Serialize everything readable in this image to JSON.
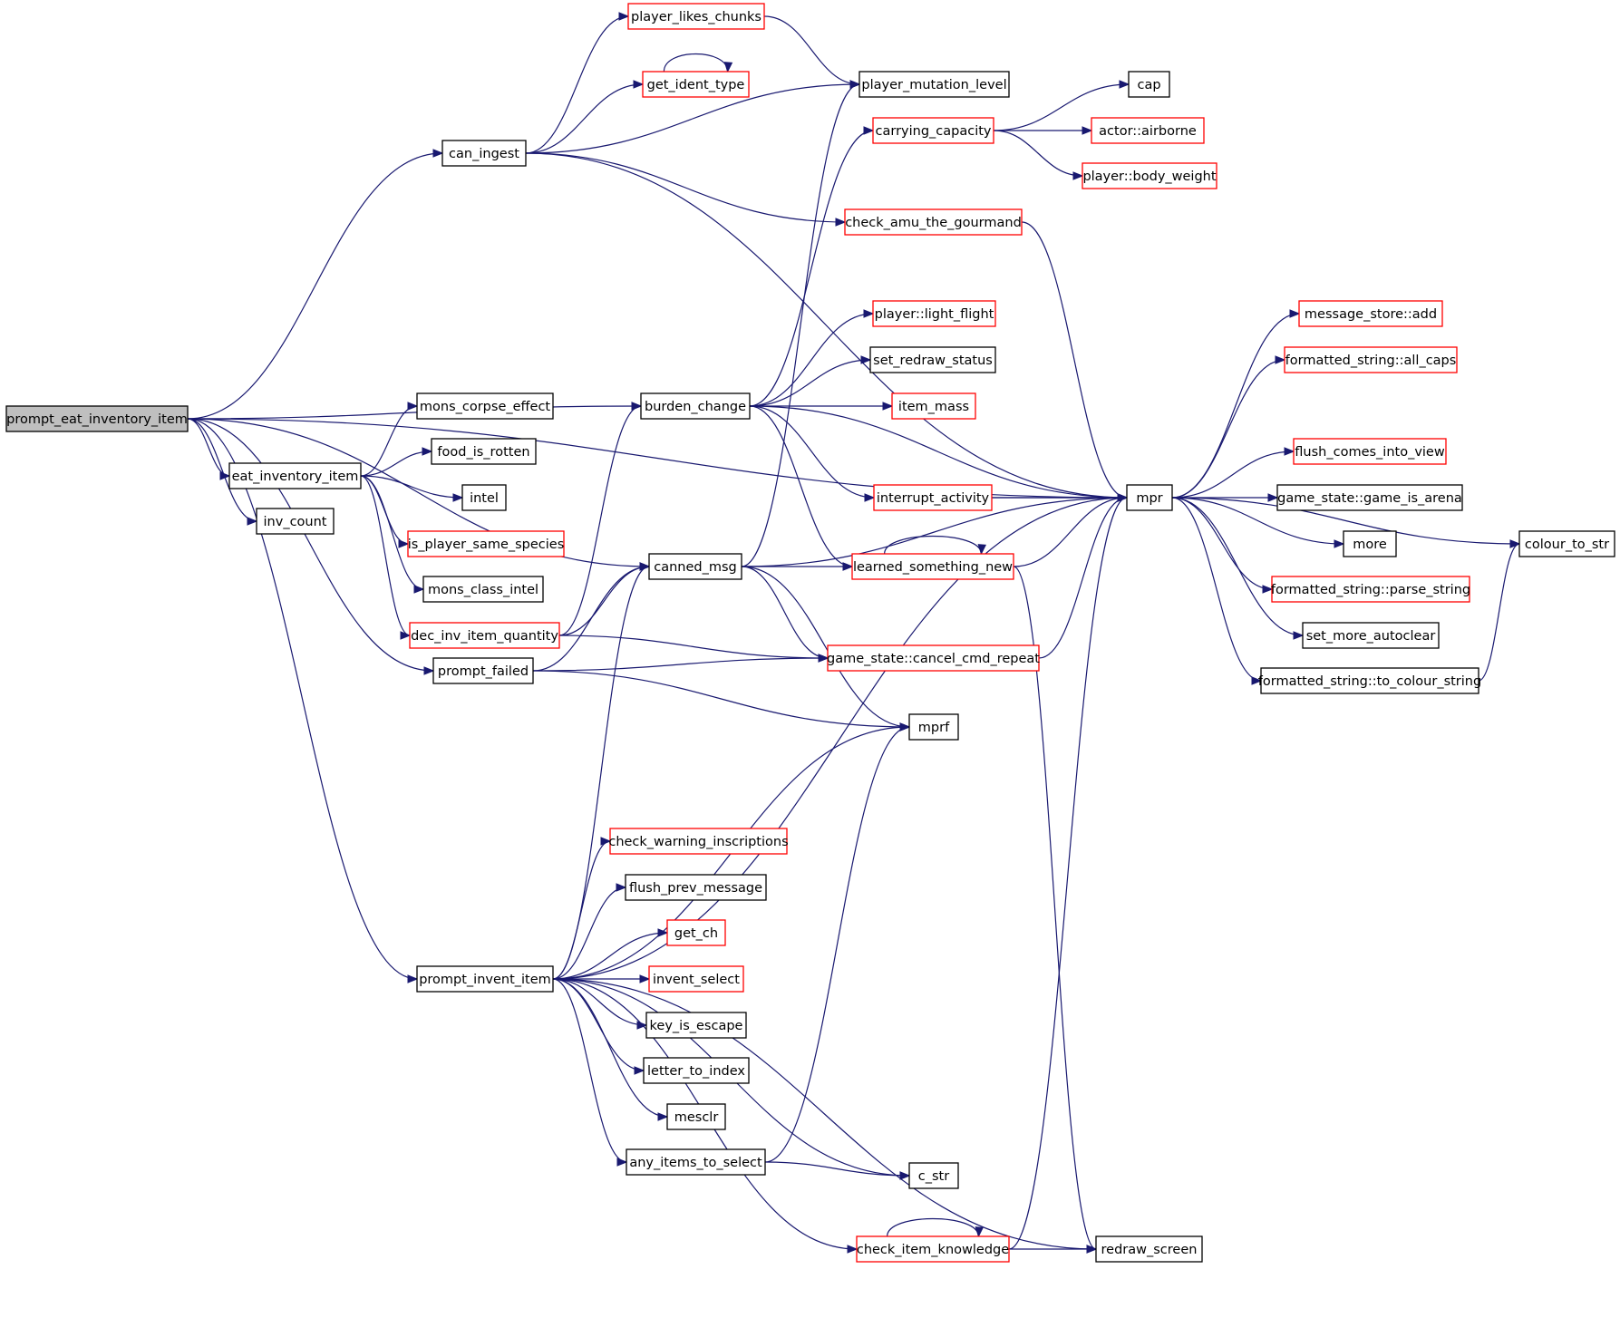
{
  "graph": {
    "root": "prompt_eat_inventory_item",
    "colors": {
      "edge": "#191970",
      "border_plain": "#000000",
      "border_truncated": "#ff0000",
      "root_fill": "#bfbfbf",
      "node_fill": "#ffffff"
    },
    "nodes": [
      {
        "id": "prompt_eat_inventory_item",
        "label": "prompt_eat_inventory_item",
        "truncated": false,
        "root": true
      },
      {
        "id": "can_ingest",
        "label": "can_ingest",
        "truncated": false
      },
      {
        "id": "eat_inventory_item",
        "label": "eat_inventory_item",
        "truncated": false
      },
      {
        "id": "inv_count",
        "label": "inv_count",
        "truncated": false
      },
      {
        "id": "prompt_failed",
        "label": "prompt_failed",
        "truncated": false
      },
      {
        "id": "prompt_invent_item",
        "label": "prompt_invent_item",
        "truncated": false
      },
      {
        "id": "player_likes_chunks",
        "label": "player_likes_chunks",
        "truncated": true
      },
      {
        "id": "get_ident_type",
        "label": "get_ident_type",
        "truncated": true
      },
      {
        "id": "player_mutation_level",
        "label": "player_mutation_level",
        "truncated": false
      },
      {
        "id": "mons_corpse_effect",
        "label": "mons_corpse_effect",
        "truncated": false
      },
      {
        "id": "food_is_rotten",
        "label": "food_is_rotten",
        "truncated": false
      },
      {
        "id": "intel",
        "label": "intel",
        "truncated": false
      },
      {
        "id": "is_player_same_species",
        "label": "is_player_same_species",
        "truncated": true
      },
      {
        "id": "mons_class_intel",
        "label": "mons_class_intel",
        "truncated": false
      },
      {
        "id": "dec_inv_item_quantity",
        "label": "dec_inv_item_quantity",
        "truncated": true
      },
      {
        "id": "burden_change",
        "label": "burden_change",
        "truncated": false
      },
      {
        "id": "canned_msg",
        "label": "canned_msg",
        "truncated": false
      },
      {
        "id": "carrying_capacity",
        "label": "carrying_capacity",
        "truncated": true
      },
      {
        "id": "check_amu_the_gourmand",
        "label": "check_amu_the_gourmand",
        "truncated": true
      },
      {
        "id": "player_light_flight",
        "label": "player::light_flight",
        "truncated": true
      },
      {
        "id": "set_redraw_status",
        "label": "set_redraw_status",
        "truncated": false
      },
      {
        "id": "item_mass",
        "label": "item_mass",
        "truncated": true
      },
      {
        "id": "interrupt_activity",
        "label": "interrupt_activity",
        "truncated": true
      },
      {
        "id": "learned_something_new",
        "label": "learned_something_new",
        "truncated": true
      },
      {
        "id": "game_state_cancel_cmd_repeat",
        "label": "game_state::cancel_cmd_repeat",
        "truncated": true
      },
      {
        "id": "mprf",
        "label": "mprf",
        "truncated": false
      },
      {
        "id": "check_warning_inscriptions",
        "label": "check_warning_inscriptions",
        "truncated": true
      },
      {
        "id": "flush_prev_message",
        "label": "flush_prev_message",
        "truncated": false
      },
      {
        "id": "get_ch",
        "label": "get_ch",
        "truncated": true
      },
      {
        "id": "invent_select",
        "label": "invent_select",
        "truncated": true
      },
      {
        "id": "key_is_escape",
        "label": "key_is_escape",
        "truncated": false
      },
      {
        "id": "letter_to_index",
        "label": "letter_to_index",
        "truncated": false
      },
      {
        "id": "mesclr",
        "label": "mesclr",
        "truncated": false
      },
      {
        "id": "any_items_to_select",
        "label": "any_items_to_select",
        "truncated": false
      },
      {
        "id": "c_str",
        "label": "c_str",
        "truncated": false
      },
      {
        "id": "check_item_knowledge",
        "label": "check_item_knowledge",
        "truncated": true
      },
      {
        "id": "redraw_screen",
        "label": "redraw_screen",
        "truncated": false
      },
      {
        "id": "cap",
        "label": "cap",
        "truncated": false
      },
      {
        "id": "actor_airborne",
        "label": "actor::airborne",
        "truncated": true
      },
      {
        "id": "player_body_weight",
        "label": "player::body_weight",
        "truncated": true
      },
      {
        "id": "mpr",
        "label": "mpr",
        "truncated": false
      },
      {
        "id": "message_store_add",
        "label": "message_store::add",
        "truncated": true
      },
      {
        "id": "formatted_string_all_caps",
        "label": "formatted_string::all_caps",
        "truncated": true
      },
      {
        "id": "flush_comes_into_view",
        "label": "flush_comes_into_view",
        "truncated": true
      },
      {
        "id": "game_state_game_is_arena",
        "label": "game_state::game_is_arena",
        "truncated": false
      },
      {
        "id": "more",
        "label": "more",
        "truncated": false
      },
      {
        "id": "formatted_string_parse_string",
        "label": "formatted_string::parse_string",
        "truncated": true
      },
      {
        "id": "set_more_autoclear",
        "label": "set_more_autoclear",
        "truncated": false
      },
      {
        "id": "formatted_string_to_colour_string",
        "label": "formatted_string::to_colour_string",
        "truncated": false
      },
      {
        "id": "colour_to_str",
        "label": "colour_to_str",
        "truncated": false
      }
    ],
    "edges": [
      [
        "prompt_eat_inventory_item",
        "can_ingest"
      ],
      [
        "prompt_eat_inventory_item",
        "mpr"
      ],
      [
        "prompt_eat_inventory_item",
        "burden_change"
      ],
      [
        "prompt_eat_inventory_item",
        "canned_msg"
      ],
      [
        "prompt_eat_inventory_item",
        "eat_inventory_item"
      ],
      [
        "prompt_eat_inventory_item",
        "inv_count"
      ],
      [
        "prompt_eat_inventory_item",
        "prompt_failed"
      ],
      [
        "prompt_eat_inventory_item",
        "prompt_invent_item"
      ],
      [
        "can_ingest",
        "player_likes_chunks"
      ],
      [
        "can_ingest",
        "get_ident_type"
      ],
      [
        "can_ingest",
        "player_mutation_level"
      ],
      [
        "can_ingest",
        "mpr"
      ],
      [
        "can_ingest",
        "check_amu_the_gourmand"
      ],
      [
        "get_ident_type",
        "get_ident_type"
      ],
      [
        "player_likes_chunks",
        "player_mutation_level"
      ],
      [
        "eat_inventory_item",
        "mons_corpse_effect"
      ],
      [
        "eat_inventory_item",
        "food_is_rotten"
      ],
      [
        "eat_inventory_item",
        "intel"
      ],
      [
        "eat_inventory_item",
        "is_player_same_species"
      ],
      [
        "eat_inventory_item",
        "mons_class_intel"
      ],
      [
        "eat_inventory_item",
        "dec_inv_item_quantity"
      ],
      [
        "dec_inv_item_quantity",
        "burden_change"
      ],
      [
        "dec_inv_item_quantity",
        "canned_msg"
      ],
      [
        "dec_inv_item_quantity",
        "game_state_cancel_cmd_repeat"
      ],
      [
        "prompt_failed",
        "canned_msg"
      ],
      [
        "prompt_failed",
        "game_state_cancel_cmd_repeat"
      ],
      [
        "prompt_failed",
        "mprf"
      ],
      [
        "burden_change",
        "carrying_capacity"
      ],
      [
        "burden_change",
        "player_light_flight"
      ],
      [
        "burden_change",
        "set_redraw_status"
      ],
      [
        "burden_change",
        "item_mass"
      ],
      [
        "burden_change",
        "mpr"
      ],
      [
        "burden_change",
        "interrupt_activity"
      ],
      [
        "burden_change",
        "learned_something_new"
      ],
      [
        "canned_msg",
        "player_mutation_level"
      ],
      [
        "canned_msg",
        "learned_something_new"
      ],
      [
        "canned_msg",
        "mpr"
      ],
      [
        "canned_msg",
        "game_state_cancel_cmd_repeat"
      ],
      [
        "canned_msg",
        "mprf"
      ],
      [
        "carrying_capacity",
        "cap"
      ],
      [
        "carrying_capacity",
        "actor_airborne"
      ],
      [
        "carrying_capacity",
        "player_body_weight"
      ],
      [
        "check_amu_the_gourmand",
        "mpr"
      ],
      [
        "interrupt_activity",
        "mpr"
      ],
      [
        "mpr",
        "interrupt_activity"
      ],
      [
        "learned_something_new",
        "learned_something_new"
      ],
      [
        "learned_something_new",
        "mpr"
      ],
      [
        "learned_something_new",
        "redraw_screen"
      ],
      [
        "game_state_cancel_cmd_repeat",
        "mpr"
      ],
      [
        "prompt_invent_item",
        "canned_msg"
      ],
      [
        "prompt_invent_item",
        "mprf"
      ],
      [
        "prompt_invent_item",
        "mpr"
      ],
      [
        "prompt_invent_item",
        "check_warning_inscriptions"
      ],
      [
        "prompt_invent_item",
        "flush_prev_message"
      ],
      [
        "prompt_invent_item",
        "get_ch"
      ],
      [
        "prompt_invent_item",
        "invent_select"
      ],
      [
        "prompt_invent_item",
        "key_is_escape"
      ],
      [
        "prompt_invent_item",
        "letter_to_index"
      ],
      [
        "prompt_invent_item",
        "mesclr"
      ],
      [
        "prompt_invent_item",
        "any_items_to_select"
      ],
      [
        "prompt_invent_item",
        "c_str"
      ],
      [
        "prompt_invent_item",
        "check_item_knowledge"
      ],
      [
        "prompt_invent_item",
        "redraw_screen"
      ],
      [
        "any_items_to_select",
        "mprf"
      ],
      [
        "any_items_to_select",
        "c_str"
      ],
      [
        "check_item_knowledge",
        "check_item_knowledge"
      ],
      [
        "check_item_knowledge",
        "mpr"
      ],
      [
        "check_item_knowledge",
        "redraw_screen"
      ],
      [
        "mpr",
        "message_store_add"
      ],
      [
        "mpr",
        "formatted_string_all_caps"
      ],
      [
        "mpr",
        "colour_to_str"
      ],
      [
        "mpr",
        "flush_comes_into_view"
      ],
      [
        "mpr",
        "game_state_game_is_arena"
      ],
      [
        "mpr",
        "more"
      ],
      [
        "mpr",
        "formatted_string_parse_string"
      ],
      [
        "mpr",
        "set_more_autoclear"
      ],
      [
        "mpr",
        "formatted_string_to_colour_string"
      ],
      [
        "formatted_string_to_colour_string",
        "colour_to_str"
      ]
    ]
  }
}
